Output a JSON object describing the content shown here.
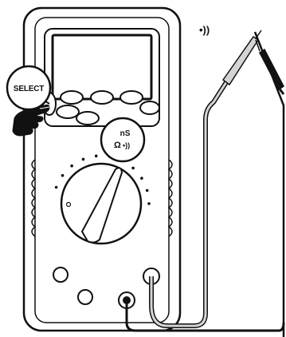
{
  "select_label": "SELECT",
  "ns_label": "nS",
  "ohm_label": "Ω",
  "sound_glyph": "•))",
  "continuity_glyph": "•))",
  "colors": {
    "outline": "#111111",
    "screen": "#ffffff",
    "probe_light": "#d4d4d4",
    "probe_dark": "#111111"
  }
}
